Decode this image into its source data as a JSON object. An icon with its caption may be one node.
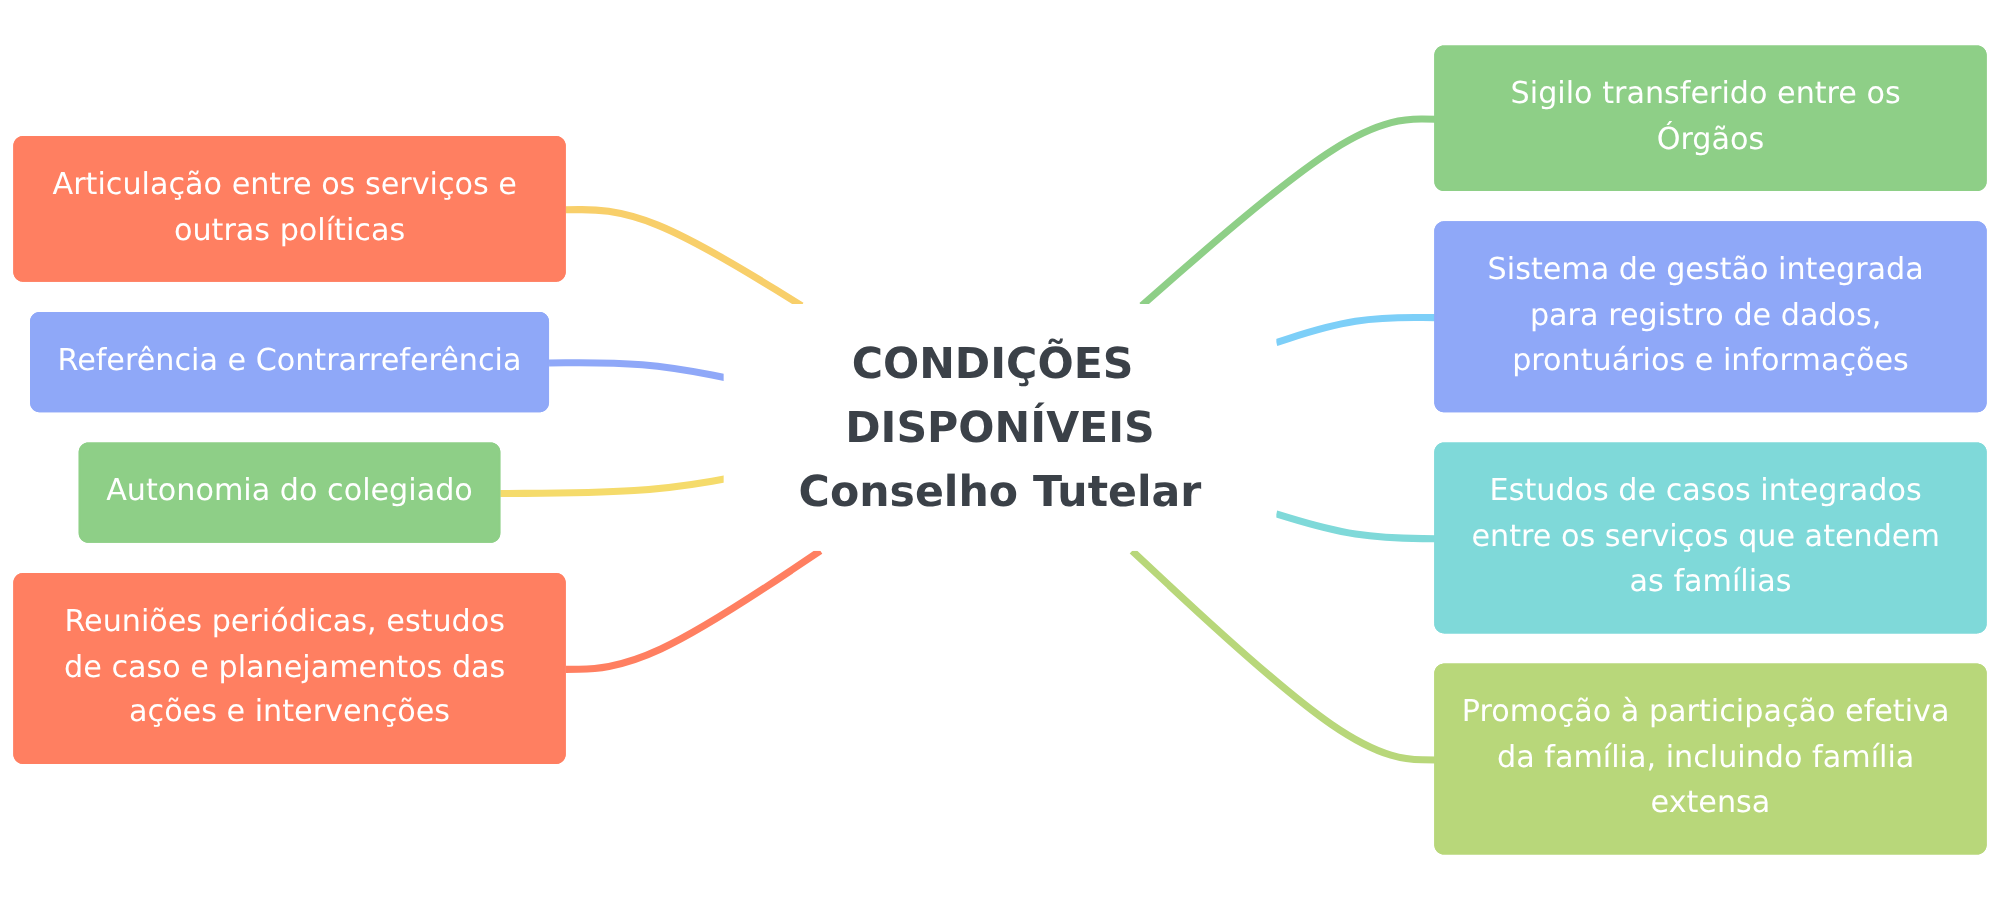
{
  "diagram": {
    "nodes": [
      {
        "text": [
          "CONDIÇÕES DISPONÍVEIS",
          "Conselho Tutelar"
        ]
      },
      {
        "text": [
          "Articulação entre os serviços e outras políticas"
        ]
      },
      {
        "text": [
          "Referência e Contrarreferência"
        ]
      },
      {
        "text": [
          "Autonomia do colegiado"
        ]
      },
      {
        "text": [
          "Reuniões periódicas, estudos de caso e planejamentos das ações e intervenções"
        ]
      },
      {
        "text": [
          "Sigilo transferido entre os Órgãos"
        ]
      },
      {
        "text": [
          "Sistema de gestão integrada para registro de dados, prontuários e informações"
        ]
      },
      {
        "text": [
          "Estudos de casos integrados entre os serviços que atendem as famílias"
        ]
      },
      {
        "text": [
          "Promoção à participação efetiva da família, incluindo família extensa"
        ]
      }
    ],
    "edges": [
      {
        "from": 1,
        "to": 0,
        "arrow": "none",
        "color": "#f8cf6a"
      },
      {
        "from": 2,
        "to": 0,
        "arrow": "none",
        "color": "#8fa8f8"
      },
      {
        "from": 3,
        "to": 0,
        "arrow": "none",
        "color": "#f5db6b"
      },
      {
        "from": 4,
        "to": 0,
        "arrow": "none",
        "color": "#ff7f61"
      },
      {
        "from": 0,
        "to": 5,
        "arrow": "none",
        "color": "#8ecf87"
      },
      {
        "from": 0,
        "to": 6,
        "arrow": "none",
        "color": "#7dcff8"
      },
      {
        "from": 0,
        "to": 7,
        "arrow": "none",
        "color": "#7fd9d9"
      },
      {
        "from": 0,
        "to": 8,
        "arrow": "none",
        "color": "#b8d77a"
      }
    ]
  }
}
